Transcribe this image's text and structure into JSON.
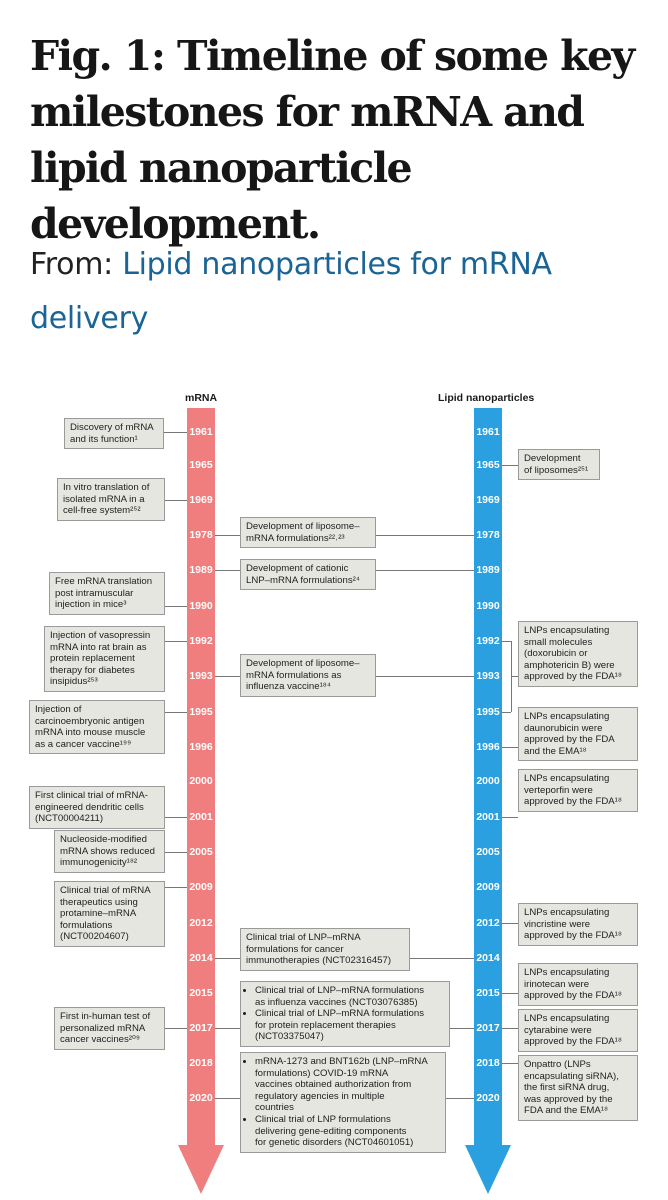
{
  "title": "Fig. 1: Timeline of some key milestones for mRNA and lipid nanoparticle development.",
  "from_label": "From:",
  "from_link": "Lipid nanoparticles for mRNA delivery",
  "columns": {
    "mrna": {
      "header": "mRNA",
      "color": "#f07e7e"
    },
    "lnp": {
      "header": "Lipid nanoparticles",
      "color": "#2aa0e0"
    }
  },
  "mrna_years": [
    "1961",
    "1965",
    "1969",
    "1978",
    "1989",
    "1990",
    "1992",
    "1993",
    "1995",
    "1996",
    "2000",
    "2001",
    "2005",
    "2009",
    "2012",
    "2014",
    "2015",
    "2017",
    "2018",
    "2020"
  ],
  "lnp_years": [
    "1961",
    "1965",
    "1969",
    "1978",
    "1989",
    "1990",
    "1992",
    "1993",
    "1995",
    "1996",
    "2000",
    "2001",
    "2005",
    "2009",
    "2012",
    "2014",
    "2015",
    "2017",
    "2018",
    "2020"
  ],
  "mrna_boxes": [
    {
      "year": "1961",
      "lines": [
        "Discovery of mRNA",
        "and its function¹"
      ]
    },
    {
      "year": "1969",
      "lines": [
        "In vitro translation of",
        "isolated mRNA in a",
        "cell-free system²⁵²"
      ]
    },
    {
      "year": "1990",
      "lines": [
        "Free mRNA translation",
        "post intramuscular",
        "injection in mice³"
      ]
    },
    {
      "year": "1992",
      "lines": [
        "Injection of vasopressin",
        "mRNA into rat brain as",
        "protein replacement",
        "therapy for diabetes",
        "insipidus²⁵³"
      ]
    },
    {
      "year": "1995",
      "lines": [
        "Injection of",
        "carcinoembryonic antigen",
        "mRNA into mouse muscle",
        "as a cancer vaccine¹⁹⁹"
      ]
    },
    {
      "year": "2001",
      "lines": [
        "First clinical trial of mRNA-",
        "engineered dendritic cells",
        "(NCT00004211)"
      ]
    },
    {
      "year": "2005",
      "lines": [
        "Nucleoside-modified",
        "mRNA shows reduced",
        "immunogenicity¹⁸²"
      ]
    },
    {
      "year": "2009",
      "lines": [
        "Clinical trial of mRNA",
        "therapeutics using",
        "protamine–mRNA",
        "formulations",
        "(NCT00204607)"
      ]
    },
    {
      "year": "2017",
      "lines": [
        "First in-human test of",
        "personalized mRNA",
        "cancer vaccines²⁰⁹"
      ]
    }
  ],
  "middle_boxes": [
    {
      "year": "1978",
      "lines": [
        "Development of liposome–",
        "mRNA formulations²²˒²³"
      ]
    },
    {
      "year": "1989",
      "lines": [
        "Development of cationic",
        "LNP–mRNA formulations²⁴"
      ]
    },
    {
      "year": "1993",
      "lines": [
        "Development of liposome–",
        "mRNA formulations as",
        "influenza vaccine¹⁸⁴"
      ]
    },
    {
      "year": "2014",
      "lines": [
        "Clinical trial of LNP–mRNA",
        "formulations for cancer",
        "immunotherapies (NCT02316457)"
      ]
    },
    {
      "year": "2017",
      "bullets": [
        [
          "Clinical trial of LNP–mRNA formulations",
          "as influenza vaccines (NCT03076385)"
        ],
        [
          "Clinical trial of LNP–mRNA formulations",
          "for protein replacement therapies",
          "(NCT03375047)"
        ]
      ]
    },
    {
      "year": "2020",
      "bullets": [
        [
          "mRNA-1273 and BNT162b (LNP–mRNA",
          "formulations) COVID-19 mRNA",
          "vaccines obtained authorization from",
          "regulatory agencies in multiple",
          "countries"
        ],
        [
          "Clinical trial of LNP formulations",
          "delivering gene-editing components",
          "for genetic disorders (NCT04601051)"
        ]
      ]
    }
  ],
  "lnp_boxes": [
    {
      "year": "1965",
      "lines": [
        "Development",
        "of liposomes²⁵¹"
      ]
    },
    {
      "year": "1995",
      "lines": [
        "LNPs encapsulating",
        "small molecules",
        "(doxorubicin or",
        "amphotericin B) were",
        "approved by the FDA¹⁸"
      ]
    },
    {
      "year": "1996",
      "lines": [
        "LNPs encapsulating",
        "daunorubicin were",
        "approved by the FDA",
        "and the EMA¹⁸"
      ]
    },
    {
      "year": "2001",
      "lines": [
        "LNPs encapsulating",
        "verteporfin were",
        "approved by the FDA¹⁸"
      ]
    },
    {
      "year": "2012",
      "lines": [
        "LNPs encapsulating",
        "vincristine were",
        "approved by the FDA¹⁸"
      ]
    },
    {
      "year": "2015",
      "lines": [
        "LNPs encapsulating",
        "irinotecan were",
        "approved by the FDA¹⁸"
      ]
    },
    {
      "year": "2017",
      "lines": [
        "LNPs encapsulating",
        "cytarabine were",
        "approved by the FDA¹⁸"
      ]
    },
    {
      "year": "2018",
      "lines": [
        "Onpattro (LNPs",
        "encapsulating siRNA),",
        "the first siRNA drug,",
        "was approved by the",
        "FDA and the EMA¹⁸"
      ]
    }
  ]
}
